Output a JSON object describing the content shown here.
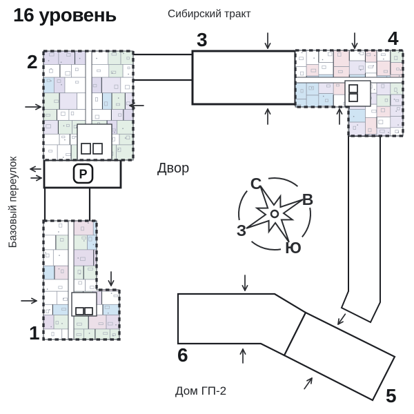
{
  "title": "16 уровень",
  "streets": {
    "top": "Сибирский тракт",
    "left": "Базовый переулок"
  },
  "courtyard": "Двор",
  "house_label": "Дом ГП-2",
  "parking_label": "P",
  "compass": {
    "north": "С",
    "east": "В",
    "south": "Ю",
    "west": "З"
  },
  "buildings": {
    "b1": {
      "label": "1",
      "type": "detailed-floor-plan"
    },
    "b2": {
      "label": "2",
      "type": "detailed-floor-plan"
    },
    "b3": {
      "label": "3",
      "type": "outline"
    },
    "b4": {
      "label": "4",
      "type": "detailed-floor-plan"
    },
    "b5": {
      "label": "5",
      "type": "outline"
    },
    "b6": {
      "label": "6",
      "type": "outline"
    }
  },
  "colors": {
    "ink": "#1d1f24",
    "wall_light": "#8d93a0",
    "wall_dark": "#474d57",
    "furniture": "#aab0bc",
    "building_palettes": {
      "b2": [
        "#dfdbee",
        "#e3efe6",
        "#ffffff",
        "#cfe4f3",
        "#e8e5f3",
        "#ffffff",
        "#e3efe6",
        "#ffffff"
      ],
      "b1": [
        "#e4dcec",
        "#e3efe6",
        "#ffffff",
        "#cfe4f3",
        "#ecdfe8",
        "#e3efe6",
        "#ffffff",
        "#ffffff"
      ],
      "b4": [
        "#f4e2e6",
        "#e3efe6",
        "#cfe4f3",
        "#ffffff",
        "#e8e5f3",
        "#f4e2e6",
        "#ffffff",
        "#ffffff"
      ]
    }
  }
}
